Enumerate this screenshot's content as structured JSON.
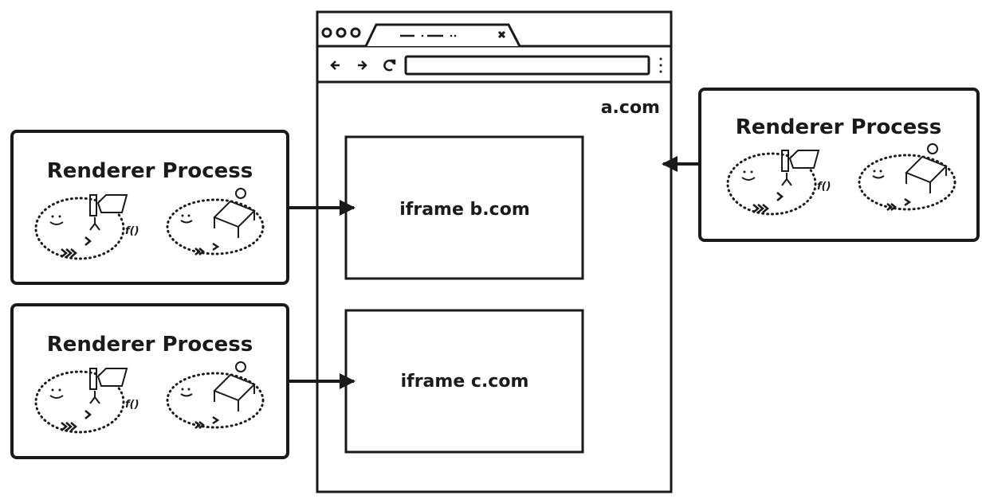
{
  "browser": {
    "tab_icons": [
      "window-control-dots",
      "tab-close-icon"
    ],
    "nav_icons": [
      "back-arrow-icon",
      "forward-arrow-icon",
      "reload-icon",
      "menu-kebab-icon"
    ],
    "origin_label": "a.com"
  },
  "iframes": [
    {
      "label": "iframe b.com"
    },
    {
      "label": "iframe c.com"
    }
  ],
  "renderers": [
    {
      "title": "Renderer Process"
    },
    {
      "title": "Renderer Process"
    },
    {
      "title": "Renderer Process"
    }
  ],
  "colors": {
    "stroke": "#1a1a1a",
    "background": "#ffffff"
  }
}
